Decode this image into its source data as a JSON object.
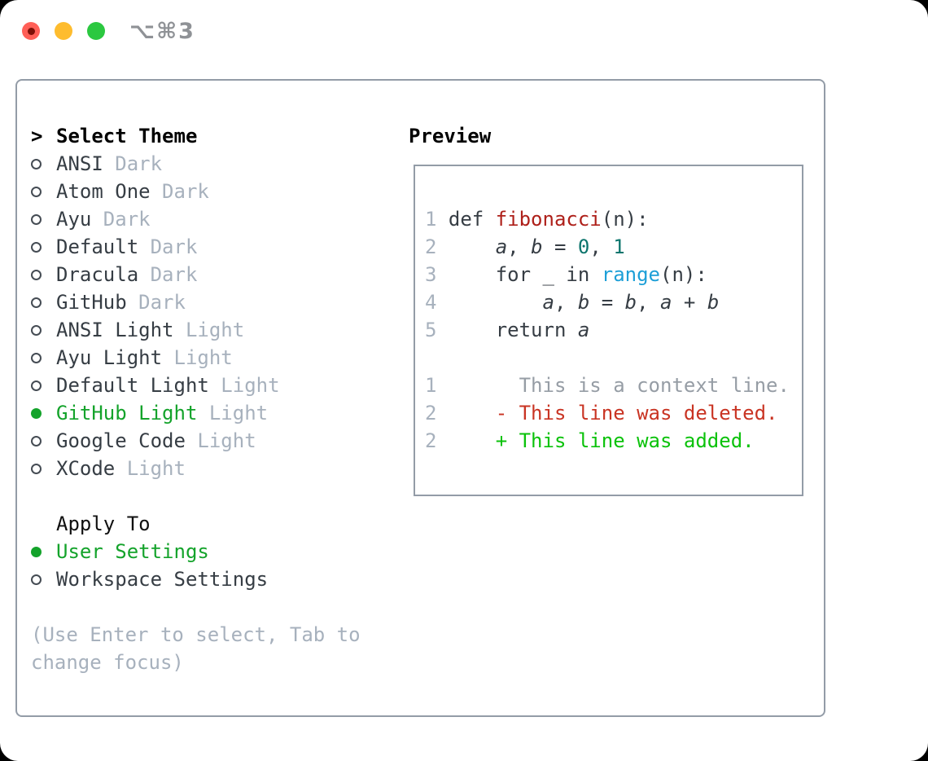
{
  "window": {
    "shortcut": "⌥⌘3"
  },
  "colors": {
    "light_red": "#ff5f57",
    "light_red_dot": "#7d1007",
    "light_yellow": "#febc2e",
    "light_green": "#2bc840",
    "titlebar_gray": "#8f9296",
    "border_gray": "#939ca7",
    "text_dark": "#363d44",
    "muted_gray": "#a7b1bd",
    "context_gray": "#969da5",
    "radio_ring": "#454c54",
    "accent_green": "#14a32b",
    "diff_add": "#0bc20b",
    "diff_del": "#c93423",
    "func_red": "#ae201a",
    "builtin_blue": "#1d9fd7",
    "number_teal": "#0d756d"
  },
  "theme_panel": {
    "title_prefix": ">",
    "title": "Select Theme",
    "themes": [
      {
        "name": "ANSI",
        "variant": "Dark",
        "selected": false
      },
      {
        "name": "Atom One",
        "variant": "Dark",
        "selected": false
      },
      {
        "name": "Ayu",
        "variant": "Dark",
        "selected": false
      },
      {
        "name": "Default",
        "variant": "Dark",
        "selected": false
      },
      {
        "name": "Dracula",
        "variant": "Dark",
        "selected": false
      },
      {
        "name": "GitHub",
        "variant": "Dark",
        "selected": false
      },
      {
        "name": "ANSI Light",
        "variant": "Light",
        "selected": false
      },
      {
        "name": "Ayu Light",
        "variant": "Light",
        "selected": false
      },
      {
        "name": "Default Light",
        "variant": "Light",
        "selected": false
      },
      {
        "name": "GitHub Light",
        "variant": "Light",
        "selected": true
      },
      {
        "name": "Google Code",
        "variant": "Light",
        "selected": false
      },
      {
        "name": "XCode",
        "variant": "Light",
        "selected": false
      }
    ],
    "apply_to": {
      "title": "Apply To",
      "options": [
        {
          "label": "User Settings",
          "selected": true
        },
        {
          "label": "Workspace Settings",
          "selected": false
        }
      ]
    },
    "hint_lines": [
      "(Use Enter to select, Tab to",
      "change focus)"
    ]
  },
  "preview": {
    "title": "Preview",
    "lines": [
      {
        "num": "1",
        "segs": [
          [
            "def ",
            "p"
          ],
          [
            "fibonacci",
            "fr"
          ],
          [
            "(n):",
            "p"
          ]
        ]
      },
      {
        "num": "2",
        "segs": [
          [
            "    ",
            "p"
          ],
          [
            "a",
            "v"
          ],
          [
            ", ",
            "p"
          ],
          [
            "b",
            "v"
          ],
          [
            " = ",
            "p"
          ],
          [
            "0",
            "n"
          ],
          [
            ", ",
            "p"
          ],
          [
            "1",
            "n"
          ]
        ]
      },
      {
        "num": "3",
        "segs": [
          [
            "    for _ in ",
            "p"
          ],
          [
            "range",
            "fb"
          ],
          [
            "(n):",
            "p"
          ]
        ]
      },
      {
        "num": "4",
        "segs": [
          [
            "        ",
            "p"
          ],
          [
            "a",
            "v"
          ],
          [
            ", ",
            "p"
          ],
          [
            "b",
            "v"
          ],
          [
            " = ",
            "p"
          ],
          [
            "b",
            "v"
          ],
          [
            ", ",
            "p"
          ],
          [
            "a",
            "v"
          ],
          [
            " + ",
            "p"
          ],
          [
            "b",
            "v"
          ]
        ]
      },
      {
        "num": "5",
        "segs": [
          [
            "    return ",
            "p"
          ],
          [
            "a",
            "v"
          ]
        ]
      },
      {
        "num": "",
        "segs": []
      },
      {
        "num": "1",
        "segs": [
          [
            "      This is a context line.",
            "ctx"
          ]
        ]
      },
      {
        "num": "2",
        "segs": [
          [
            "    - This line was deleted.",
            "del"
          ]
        ]
      },
      {
        "num": "2",
        "segs": [
          [
            "    + This line was added.",
            "add"
          ]
        ]
      }
    ]
  }
}
